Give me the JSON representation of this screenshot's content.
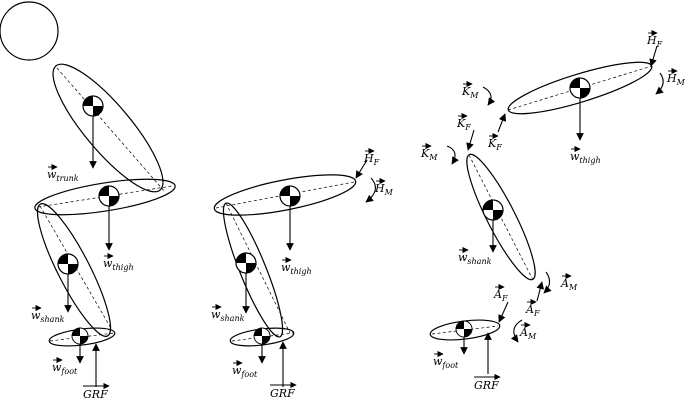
{
  "labels": {
    "w_base": "w",
    "h_base": "H",
    "k_base": "K",
    "a_base": "A",
    "trunk": "trunk",
    "thigh": "thigh",
    "shank": "shank",
    "foot": "foot",
    "f": "F",
    "m": "M",
    "grf": "GRF"
  }
}
